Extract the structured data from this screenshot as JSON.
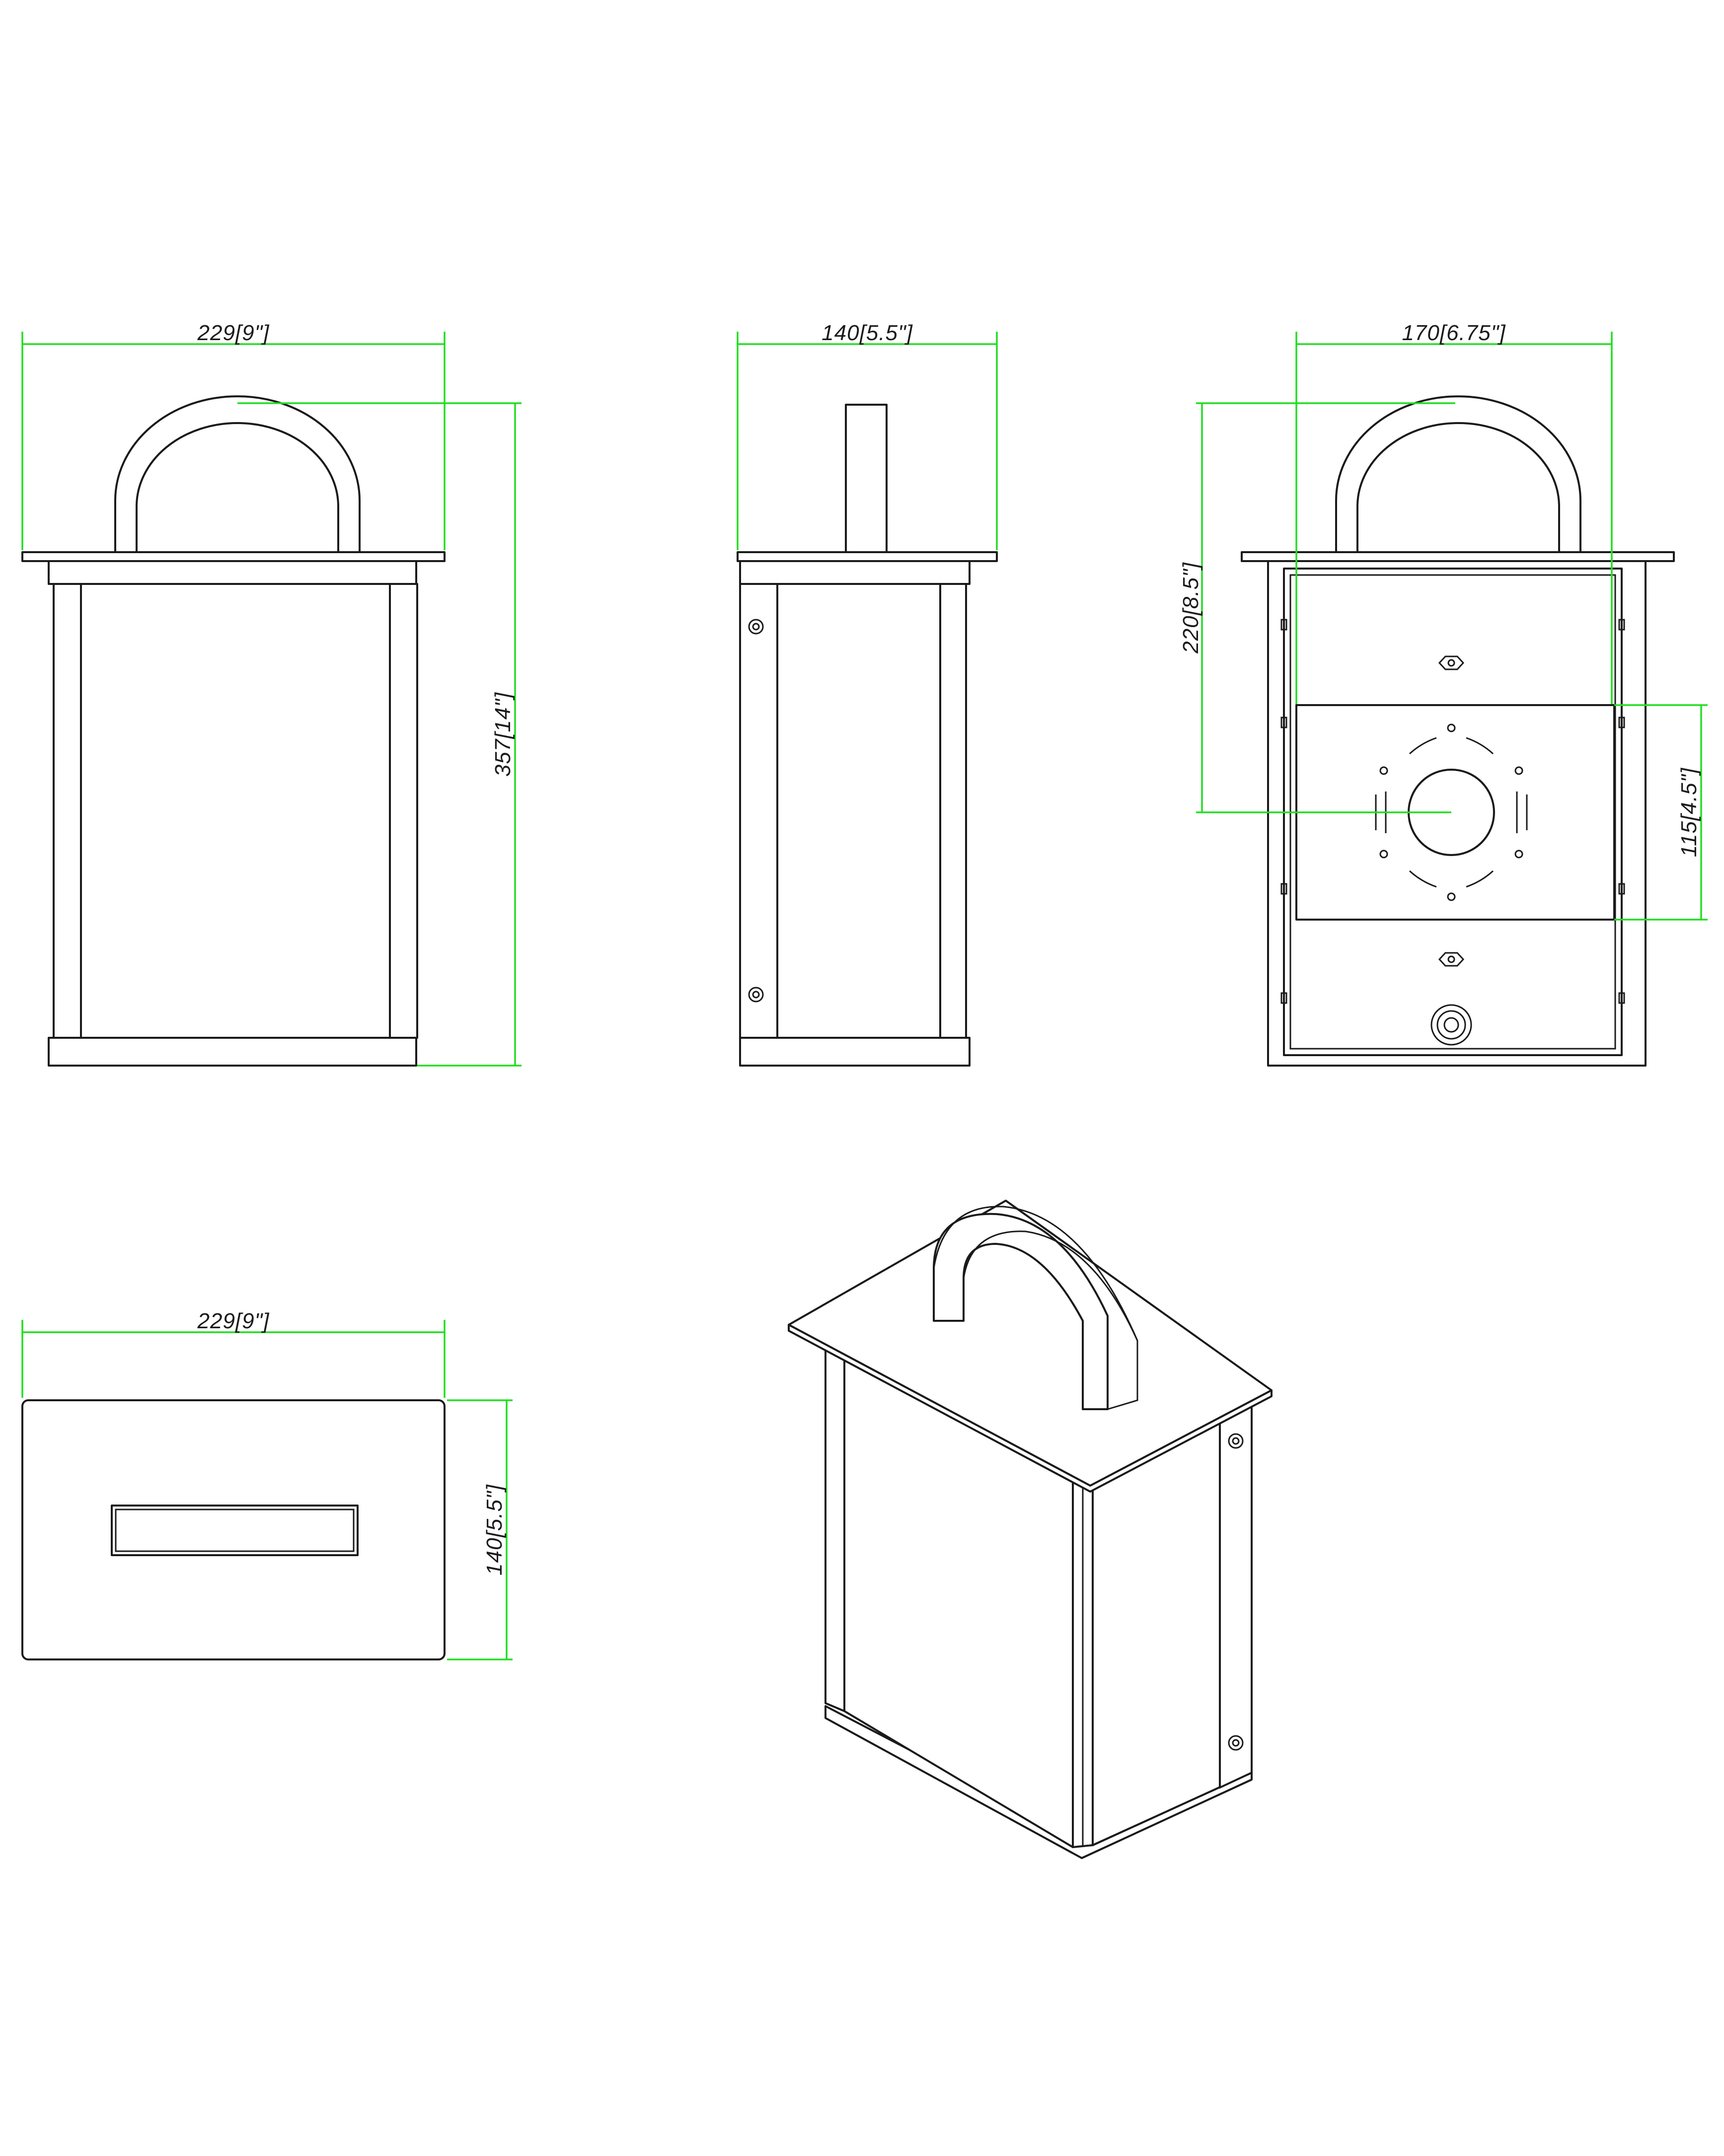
{
  "views": {
    "front": {
      "width_label": "229[9\"]",
      "height_label": "357[14\"]"
    },
    "side": {
      "width_label": "140[5.5\"]"
    },
    "back": {
      "width_label": "170[6.75\"]",
      "mount_height_label": "220[8.5\"]",
      "plate_height_label": "115[4.5\"]"
    },
    "top": {
      "width_label": "229[9\"]",
      "depth_label": "140[5.5\"]"
    }
  },
  "colors": {
    "dimension_line": "#22dd22",
    "outline": "#1a1a1a",
    "background": "#ffffff"
  }
}
